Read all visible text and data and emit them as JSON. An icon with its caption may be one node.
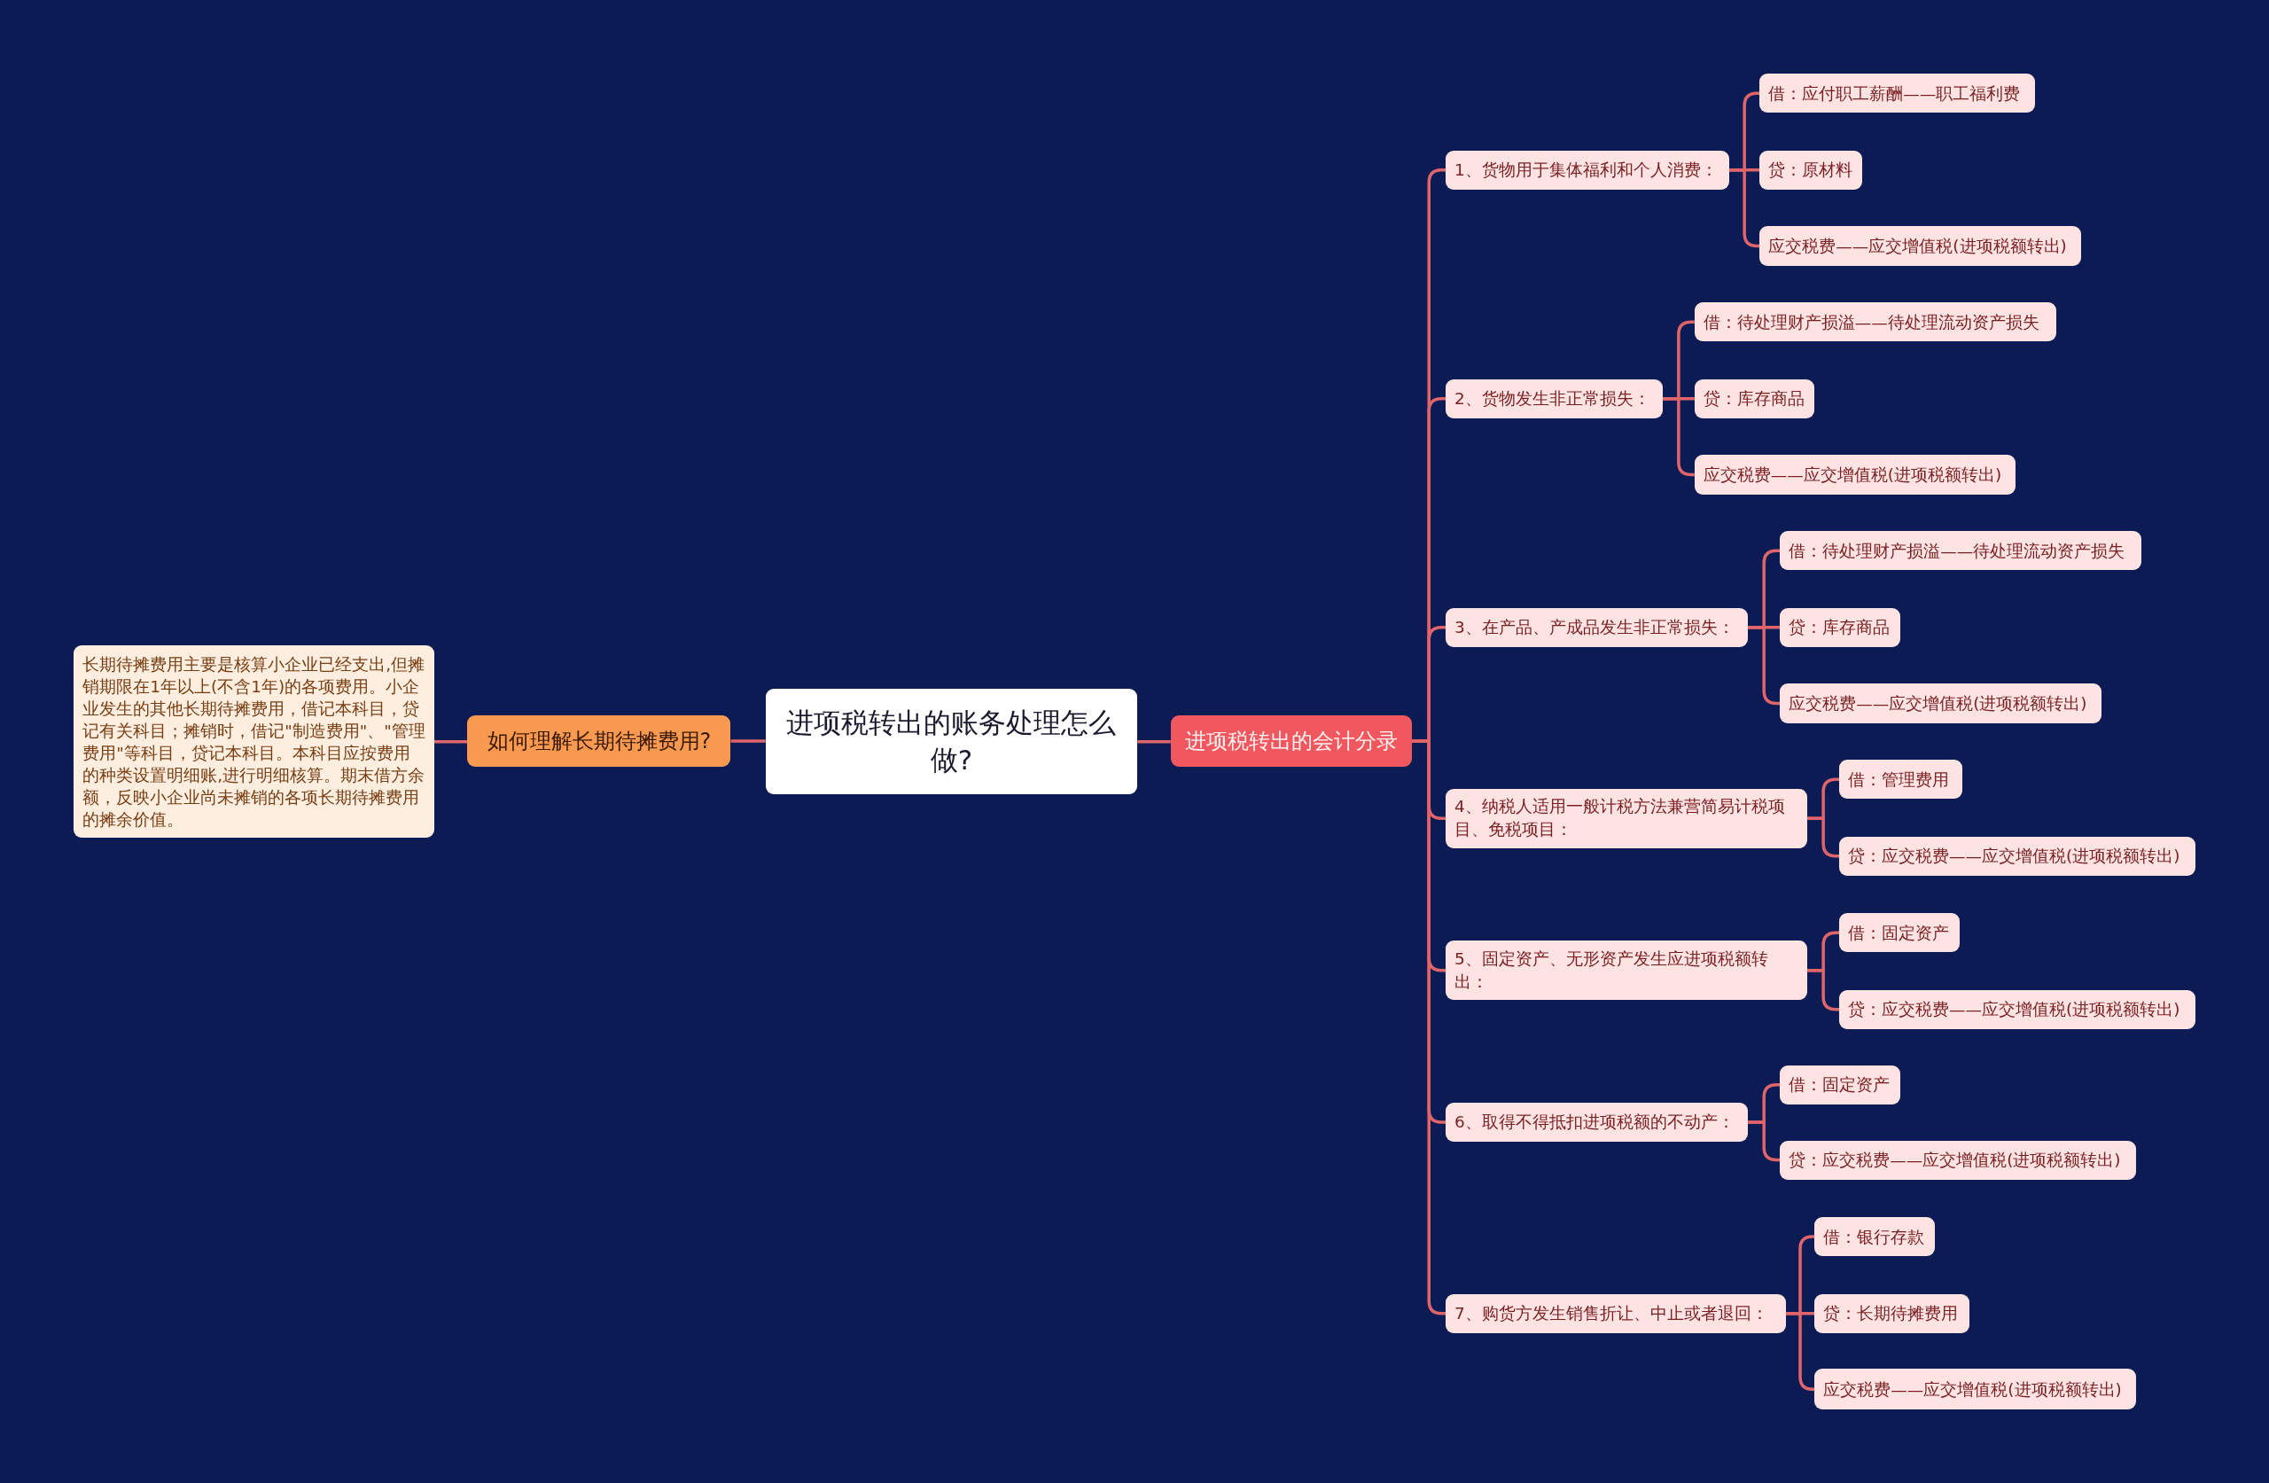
{
  "diagram": {
    "nodes": [
      {
        "text": [
          "进项税转出的账务处理怎么做?"
        ]
      },
      {
        "text": [
          "如何理解长期待摊费用?"
        ]
      },
      {
        "text": [
          "长期待摊费用主要是核算小企业已经支出,但摊销期限在1年以上(不含1年)的各项费用。小企业发生的其他长期待摊费用，借记本科目，贷记有关科目；摊销时，借记\"制造费用\"、\"管理费用\"等科目，贷记本科目。本科目应按费用的种类设置明细账,进行明细核算。期末借方余额，反映小企业尚未摊销的各项长期待摊费用的摊余价值。"
        ]
      },
      {
        "text": [
          "进项税转出的会计分录"
        ]
      },
      {
        "text": [
          "1、货物用于集体福利和个人消费："
        ]
      },
      {
        "text": [
          "借：应付职工薪酬——职工福利费"
        ]
      },
      {
        "text": [
          "贷：原材料"
        ]
      },
      {
        "text": [
          "应交税费——应交增值税(进项税额转出)"
        ]
      },
      {
        "text": [
          "2、货物发生非正常损失："
        ]
      },
      {
        "text": [
          "借：待处理财产损溢——待处理流动资产损失"
        ]
      },
      {
        "text": [
          "贷：库存商品"
        ]
      },
      {
        "text": [
          "应交税费——应交增值税(进项税额转出)"
        ]
      },
      {
        "text": [
          "3、在产品、产成品发生非正常损失："
        ]
      },
      {
        "text": [
          "借：待处理财产损溢——待处理流动资产损失"
        ]
      },
      {
        "text": [
          "贷：库存商品"
        ]
      },
      {
        "text": [
          "应交税费——应交增值税(进项税额转出)"
        ]
      },
      {
        "text": [
          "4、纳税人适用一般计税方法兼营简易计税项目、免税项目："
        ]
      },
      {
        "text": [
          "借：管理费用"
        ]
      },
      {
        "text": [
          "贷：应交税费——应交增值税(进项税额转出)"
        ]
      },
      {
        "text": [
          "5、固定资产、无形资产发生应进项税额转出："
        ]
      },
      {
        "text": [
          "借：固定资产"
        ]
      },
      {
        "text": [
          "贷：应交税费——应交增值税(进项税额转出)"
        ]
      },
      {
        "text": [
          "6、取得不得抵扣进项税额的不动产："
        ]
      },
      {
        "text": [
          "借：固定资产"
        ]
      },
      {
        "text": [
          "贷：应交税费——应交增值税(进项税额转出)"
        ]
      },
      {
        "text": [
          "7、购货方发生销售折让、中止或者退回："
        ]
      },
      {
        "text": [
          "借：银行存款"
        ]
      },
      {
        "text": [
          "贷：长期待摊费用"
        ]
      },
      {
        "text": [
          "应交税费——应交增值税(进项税额转出)"
        ]
      }
    ],
    "edges": [
      {
        "from": 0,
        "to": 1,
        "arrow": "none"
      },
      {
        "from": 1,
        "to": 2,
        "arrow": "none"
      },
      {
        "from": 0,
        "to": 3,
        "arrow": "none"
      },
      {
        "from": 3,
        "to": 4,
        "arrow": "none"
      },
      {
        "from": 4,
        "to": 5,
        "arrow": "none"
      },
      {
        "from": 4,
        "to": 6,
        "arrow": "none"
      },
      {
        "from": 4,
        "to": 7,
        "arrow": "none"
      },
      {
        "from": 3,
        "to": 8,
        "arrow": "none"
      },
      {
        "from": 8,
        "to": 9,
        "arrow": "none"
      },
      {
        "from": 8,
        "to": 10,
        "arrow": "none"
      },
      {
        "from": 8,
        "to": 11,
        "arrow": "none"
      },
      {
        "from": 3,
        "to": 12,
        "arrow": "none"
      },
      {
        "from": 12,
        "to": 13,
        "arrow": "none"
      },
      {
        "from": 12,
        "to": 14,
        "arrow": "none"
      },
      {
        "from": 12,
        "to": 15,
        "arrow": "none"
      },
      {
        "from": 3,
        "to": 16,
        "arrow": "none"
      },
      {
        "from": 16,
        "to": 17,
        "arrow": "none"
      },
      {
        "from": 16,
        "to": 18,
        "arrow": "none"
      },
      {
        "from": 3,
        "to": 19,
        "arrow": "none"
      },
      {
        "from": 19,
        "to": 20,
        "arrow": "none"
      },
      {
        "from": 19,
        "to": 21,
        "arrow": "none"
      },
      {
        "from": 3,
        "to": 22,
        "arrow": "none"
      },
      {
        "from": 22,
        "to": 23,
        "arrow": "none"
      },
      {
        "from": 22,
        "to": 24,
        "arrow": "none"
      },
      {
        "from": 3,
        "to": 25,
        "arrow": "none"
      },
      {
        "from": 25,
        "to": 26,
        "arrow": "none"
      },
      {
        "from": 25,
        "to": 27,
        "arrow": "none"
      },
      {
        "from": 25,
        "to": 28,
        "arrow": "none"
      }
    ]
  }
}
